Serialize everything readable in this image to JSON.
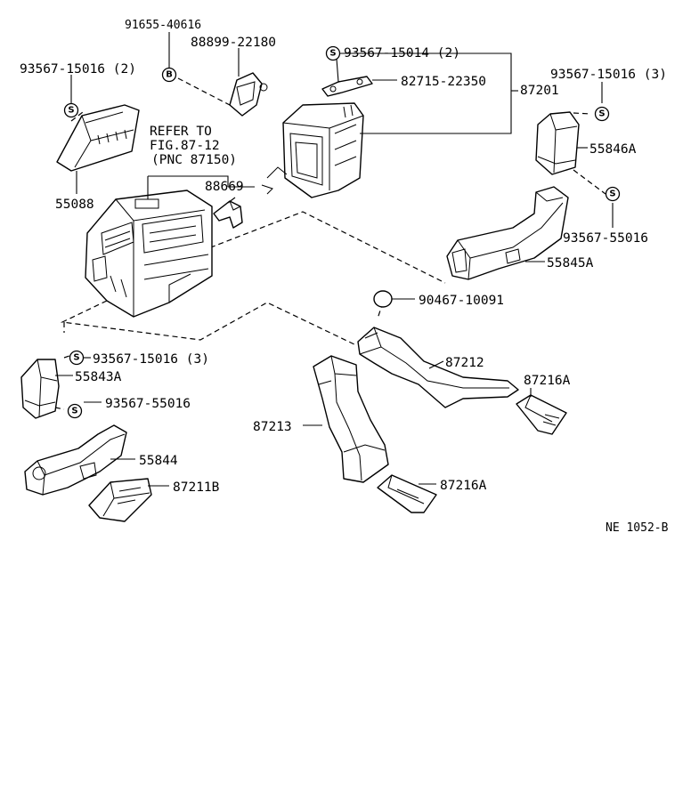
{
  "diagram": {
    "labels": {
      "p91655": "91655-40616",
      "p88899": "88899-22180",
      "p93567_15016_top": "93567-15016 (2)",
      "p55088": "55088",
      "refer_line1": "REFER TO",
      "refer_line2": "FIG.87-12",
      "refer_line3": "(PNC 87150)",
      "p88669": "88669",
      "p93567_15014": "93567-15014 (2)",
      "p82715": "82715-22350",
      "p87201": "87201",
      "p93567_15016_right": "93567-15016 (3)",
      "p55846A": "55846A",
      "p93567_55016_right": "93567-55016",
      "p55845A": "55845A",
      "p90467": "90467-10091",
      "p87212": "87212",
      "p87216A_right": "87216A",
      "p93567_15016_left": "93567-15016 (3)",
      "p55843A": "55843A",
      "p93567_55016_left": "93567-55016",
      "p87213": "87213",
      "p55844": "55844",
      "p87211B": "87211B",
      "p87216A_bottom": "87216A",
      "figure_code": "NE 1052-B"
    },
    "marks": {
      "screw": "S",
      "bolt": "B"
    }
  }
}
